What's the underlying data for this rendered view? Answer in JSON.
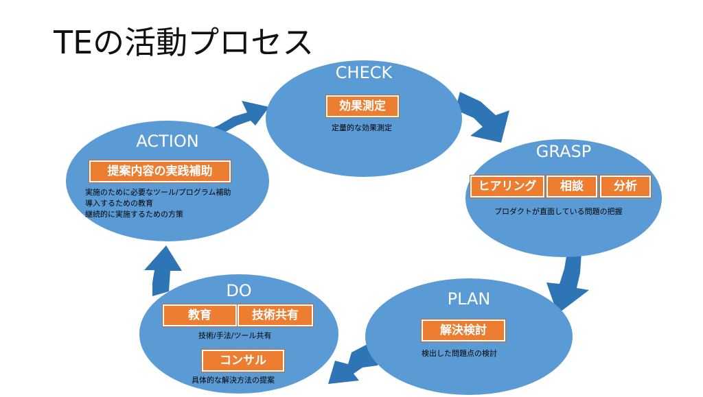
{
  "title": "TEの活動プロセス",
  "colors": {
    "node": "#5b9bd5",
    "tag": "#ed7d31",
    "arrow": "#2e75b6"
  },
  "check": {
    "label": "CHECK",
    "tags": [
      "効果測定"
    ],
    "desc": [
      "定量的な効果測定"
    ]
  },
  "grasp": {
    "label": "GRASP",
    "tags": [
      "ヒアリング",
      "相談",
      "分析"
    ],
    "desc": [
      "プロダクトが直面している問題の把握"
    ]
  },
  "plan": {
    "label": "PLAN",
    "tags": [
      "解決検討"
    ],
    "desc": [
      "検出した問題点の検討"
    ]
  },
  "do": {
    "label": "DO",
    "tags": [
      "教育",
      "技術共有",
      "コンサル"
    ],
    "desc": [
      "技術/手法/ツール共有",
      "具体的な解決方法の提案"
    ]
  },
  "action": {
    "label": "ACTION",
    "tags": [
      "提案内容の実践補助"
    ],
    "desc": [
      "実施のために必要なツール/プログラム補助",
      "導入するための教育",
      "継続的に実施するための方策"
    ]
  }
}
